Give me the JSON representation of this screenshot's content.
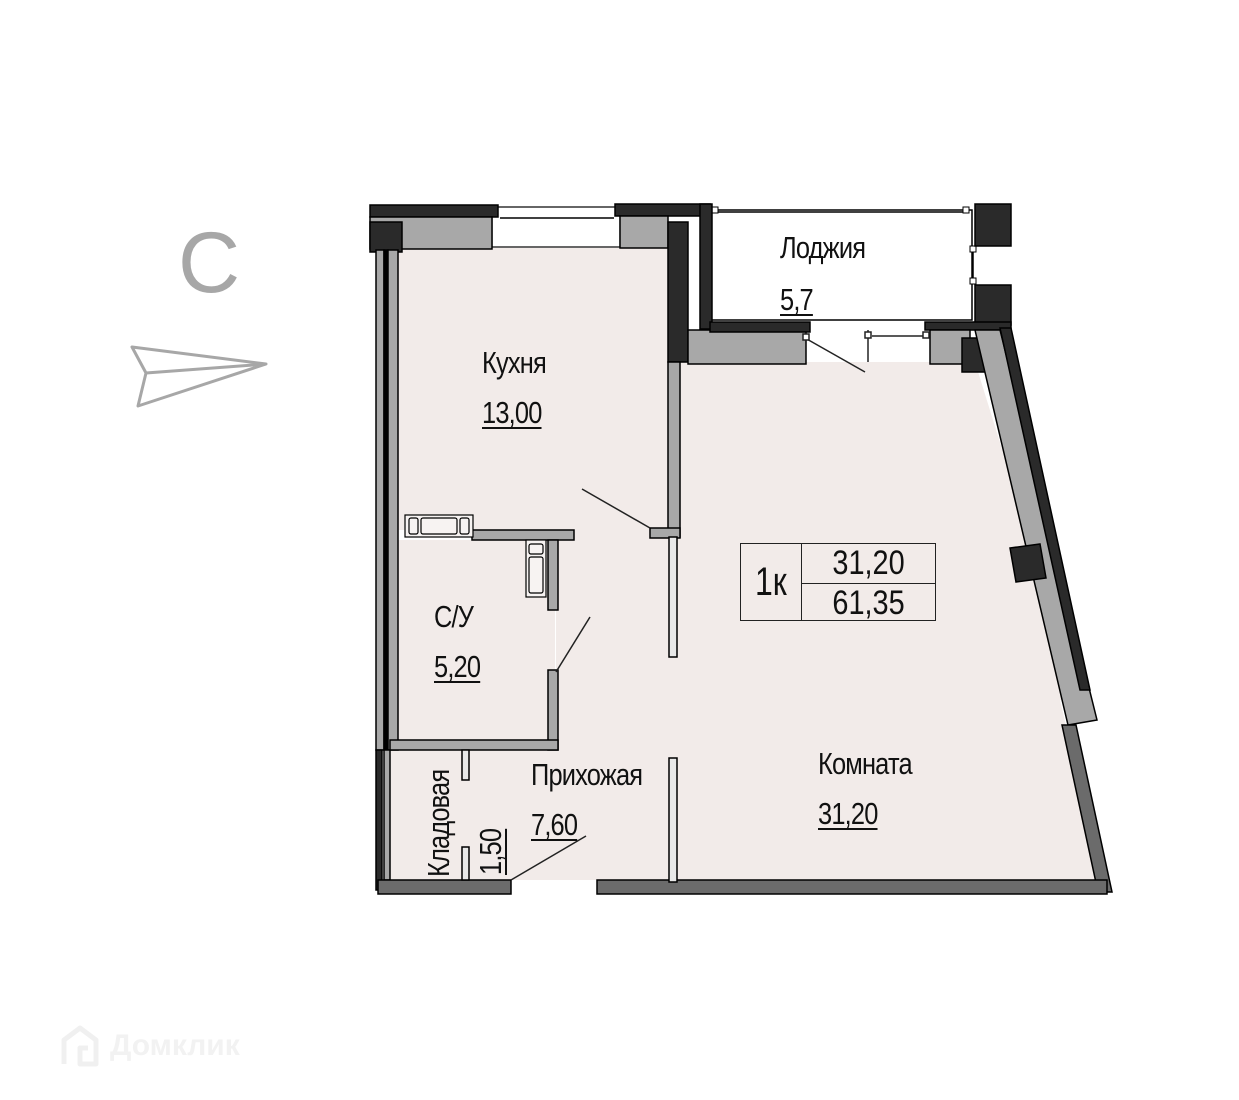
{
  "compass": {
    "letter": "С",
    "icon": "north-arrow-icon"
  },
  "rooms": {
    "kitchen": {
      "name": "Кухня",
      "area": "13,00"
    },
    "loggia": {
      "name": "Лоджия",
      "area": "5,7"
    },
    "bathroom": {
      "name": "С/У",
      "area": "5,20"
    },
    "hallway": {
      "name": "Прихожая",
      "area": "7,60"
    },
    "storage": {
      "name": "Кладовая",
      "area": "1,50"
    },
    "room": {
      "name": "Комната",
      "area": "31,20"
    }
  },
  "summary": {
    "type": "1к",
    "living_area": "31,20",
    "total_area": "61,35"
  },
  "watermark": {
    "text": "Домклик",
    "icon": "domclick-logo-icon"
  },
  "colors": {
    "floor": "#f2ebe9",
    "wall_dark": "#2a2a2a",
    "wall_mid": "#6b6b6b",
    "wall_light": "#a8a8a8",
    "outline": "#000000",
    "compass": "#a7a7a7"
  }
}
